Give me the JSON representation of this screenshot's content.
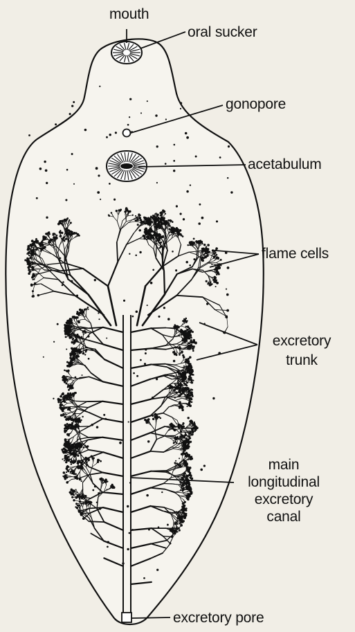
{
  "labels": {
    "mouth": "mouth",
    "oral_sucker": "oral sucker",
    "gonopore": "gonopore",
    "acetabulum": "acetabulum",
    "flame_cells": "flame cells",
    "excretory_trunk_line1": "excretory",
    "excretory_trunk_line2": "trunk",
    "main_canal_line1": "main",
    "main_canal_line2": "longitudinal",
    "main_canal_line3": "excretory",
    "main_canal_line4": "canal",
    "excretory_pore": "excretory pore"
  },
  "colors": {
    "ink": "#111111",
    "paper": "#f1eee6",
    "body_fill": "#f6f4ee"
  }
}
